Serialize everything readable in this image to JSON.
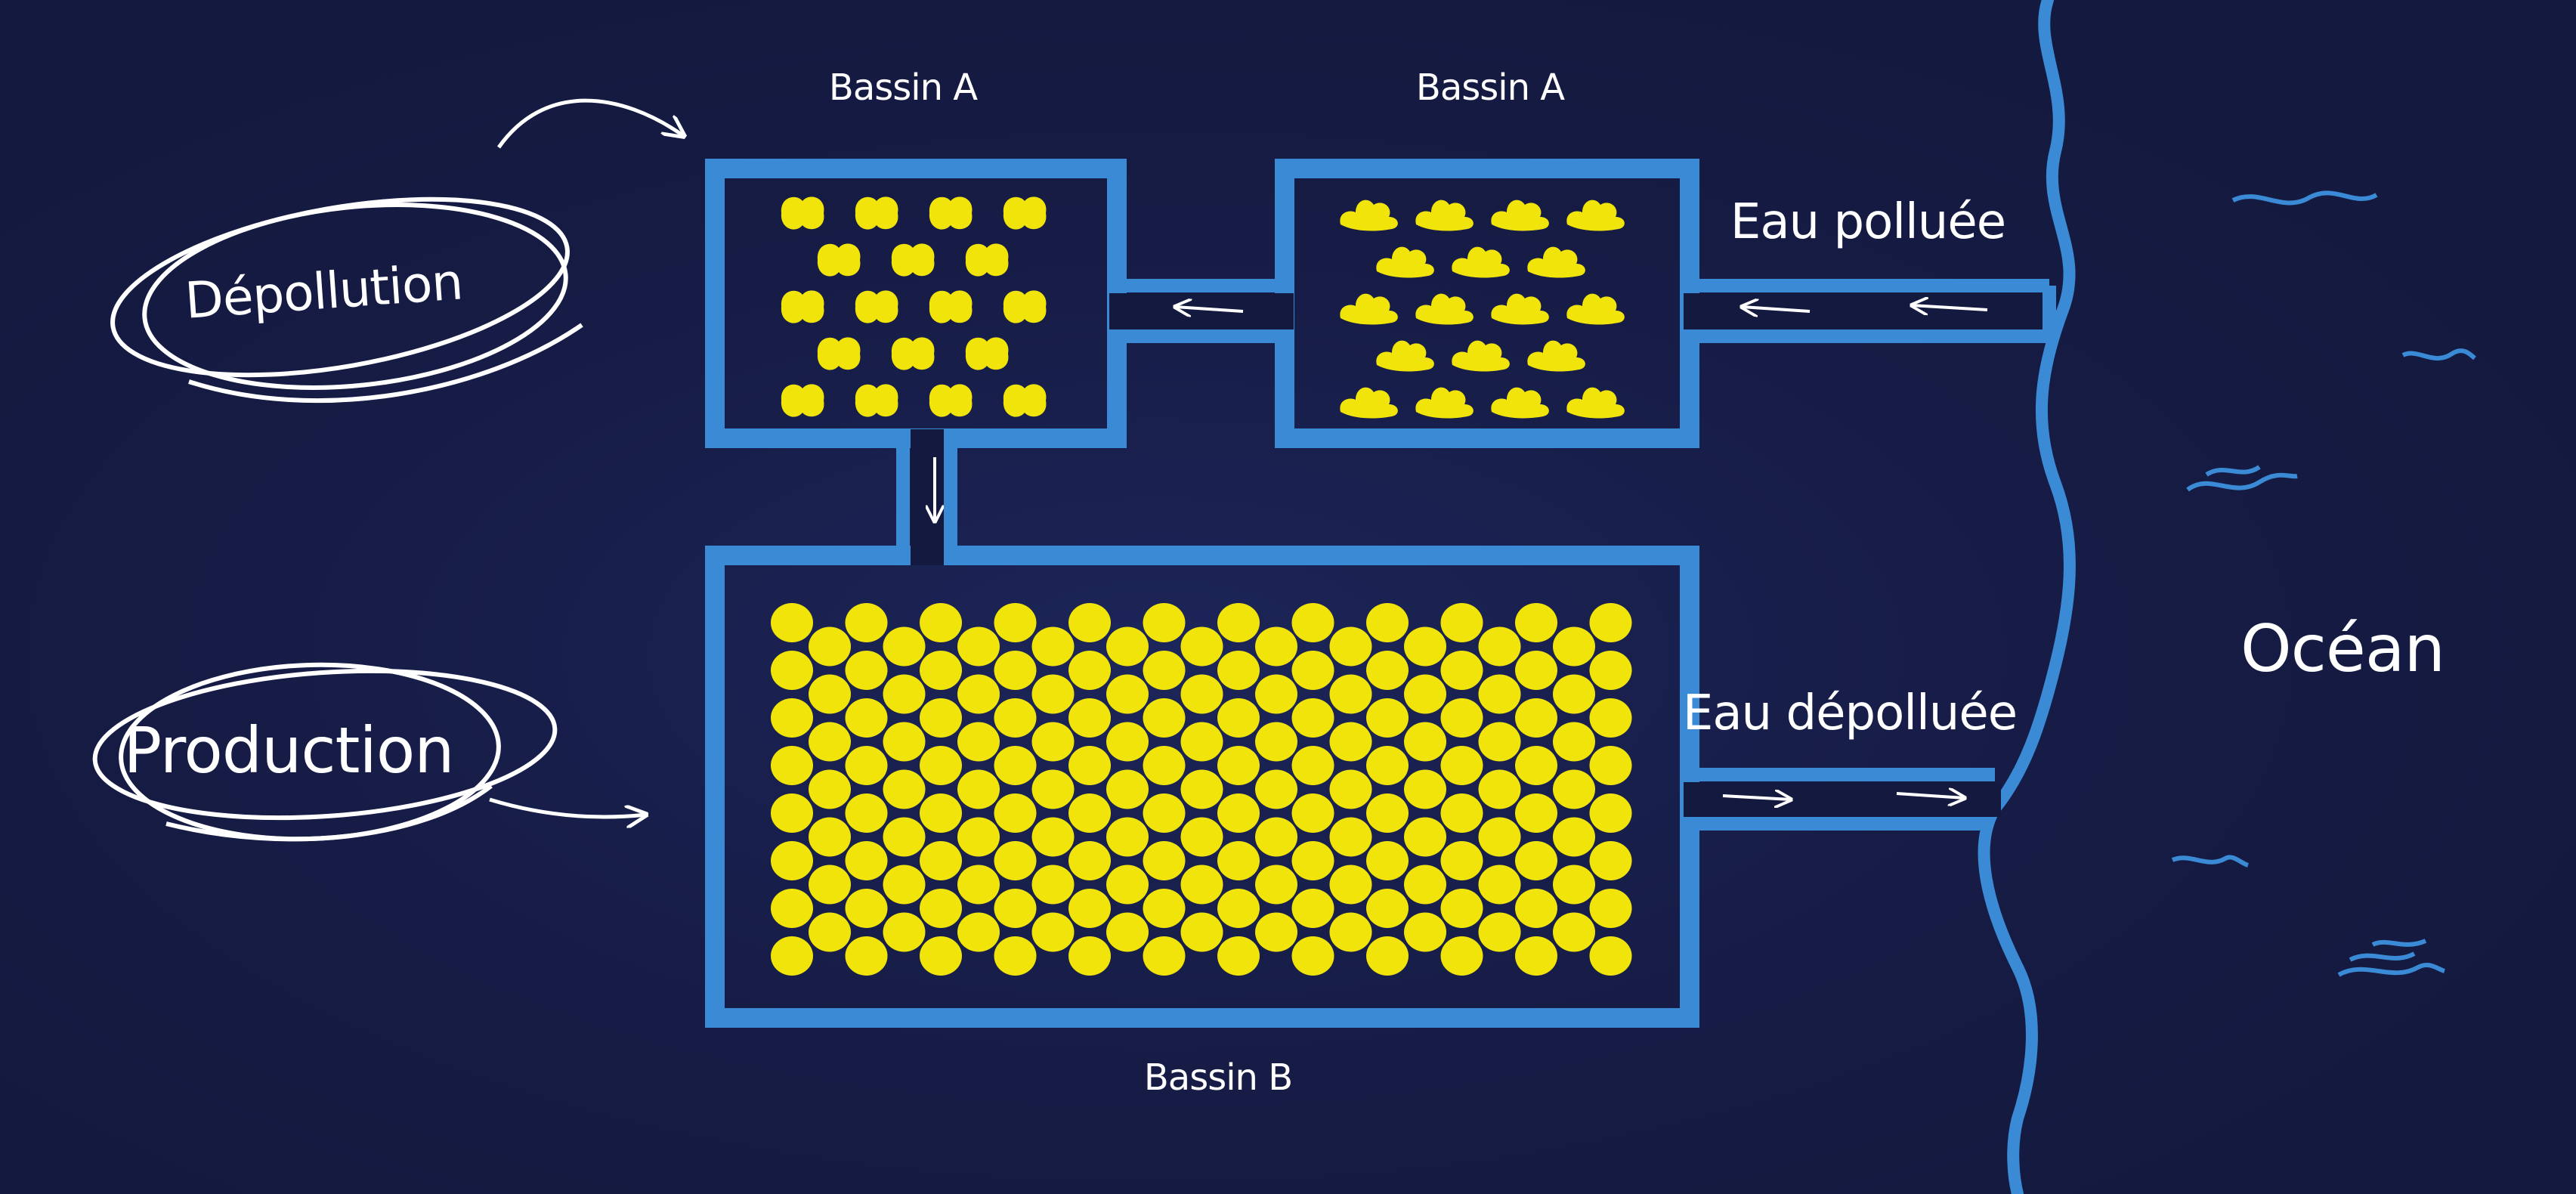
{
  "colors": {
    "background": "#14193f",
    "basin_stroke": "#3b8ad6",
    "organism": "#f0e40a",
    "chalk": "#ffffff"
  },
  "labels": {
    "depollution": "Dépollution",
    "production": "Production",
    "basin_a_left": "Bassin A",
    "basin_a_right": "Bassin A",
    "basin_b": "Bassin B",
    "polluted_water": "Eau polluée",
    "clean_water": "Eau dépolluée",
    "ocean": "Océan"
  },
  "icons": {
    "shellfish": "shellfish-blob-icon",
    "algae": "algae-blob-icon",
    "flow_arrow": "arrow-icon",
    "wave": "wave-icon"
  }
}
